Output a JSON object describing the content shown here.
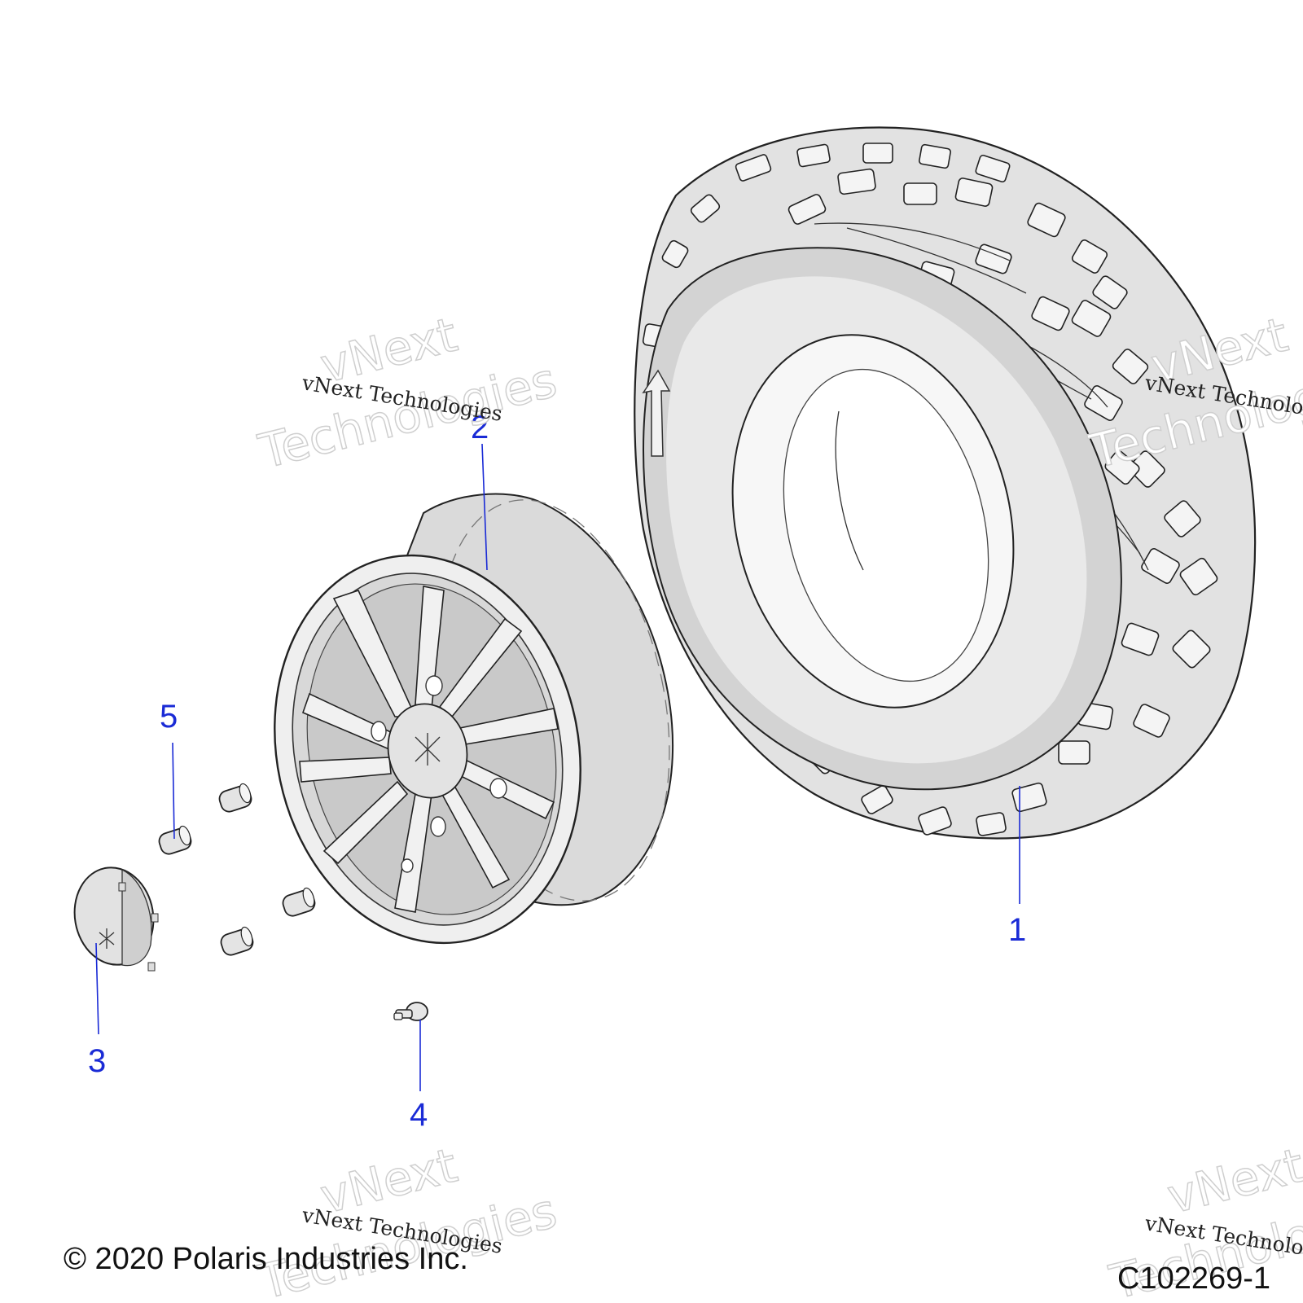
{
  "callouts": {
    "c1": "1",
    "c2": "2",
    "c3": "3",
    "c4": "4",
    "c5": "5"
  },
  "copyright": "© 2020 Polaris Industries Inc.",
  "figure_code": "C102269-1",
  "watermarks": {
    "small": "vNext Technologies",
    "big_line1": "vNext",
    "big_line2": "Technologies"
  },
  "colors": {
    "callout": "#1a2bd6",
    "part_fill": "#e4e4e4",
    "part_shade": "#cdcdcd"
  }
}
